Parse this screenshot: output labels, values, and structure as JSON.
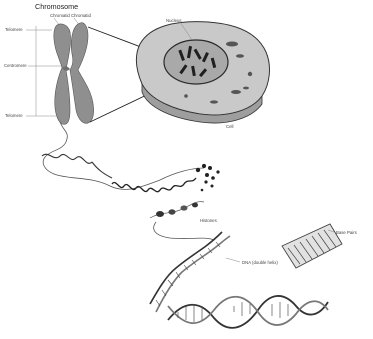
{
  "figure": {
    "labels": {
      "chromosome": "Chromosome",
      "chromatid": "Chromatid Chromatid",
      "telomere_top": "Telomere",
      "centromere": "Centromere",
      "telomere_bottom": "Telomere",
      "nucleus": "Nucleus",
      "cell": "Cell",
      "histones": "Histones",
      "dna_helix": "DNA (double helix)",
      "base_pairs": "Base Pairs"
    },
    "colors": {
      "chromosome_fill": "#8f8f8f",
      "cell_fill": "#c9c9c9",
      "nucleus_fill": "#a9a9a9",
      "ink": "#2a2a2a"
    }
  }
}
